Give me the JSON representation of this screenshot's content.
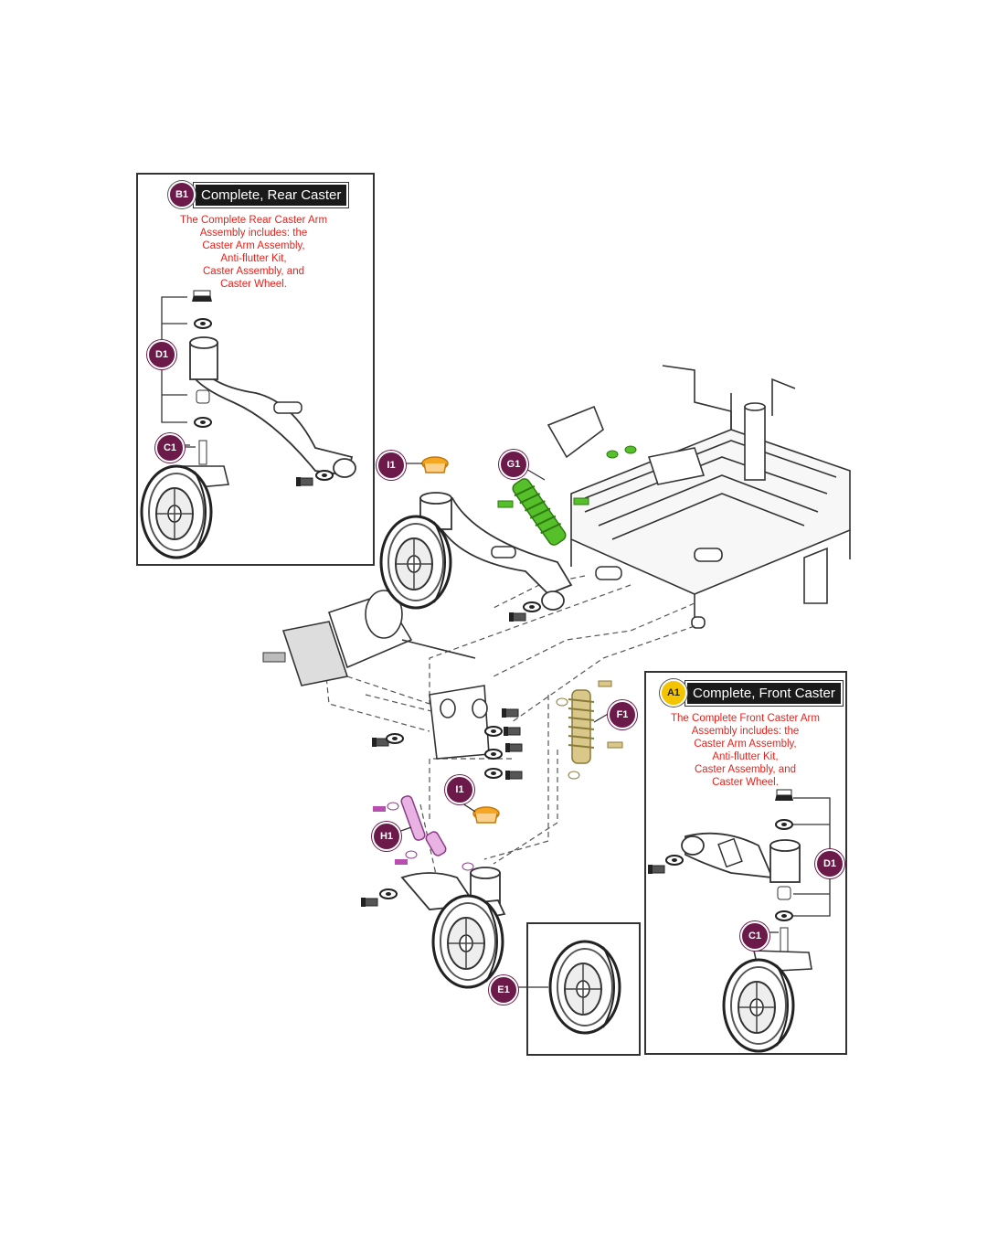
{
  "insets": {
    "rear": {
      "badge": "B1",
      "badge_color": "#6b1a4a",
      "title": "Complete, Rear Caster",
      "note": "The Complete Rear Caster Arm\nAssembly includes: the\nCaster Arm Assembly,\nAnti-flutter Kit,\nCaster Assembly, and\nCaster Wheel."
    },
    "front": {
      "badge": "A1",
      "badge_color": "#f5c400",
      "title": "Complete, Front Caster",
      "note": "The Complete Front Caster Arm\nAssembly includes: the\nCaster Arm Assembly,\nAnti-flutter Kit,\nCaster Assembly, and\nCaster Wheel."
    }
  },
  "callouts": {
    "rear_d1": "D1",
    "rear_c1": "C1",
    "i1_top": "I1",
    "g1": "G1",
    "f1": "F1",
    "i1_bottom": "I1",
    "h1": "H1",
    "e1": "E1",
    "front_d1": "D1",
    "front_c1": "C1"
  },
  "colors": {
    "callout": "#6b1a4a",
    "note_text": "#e8221c",
    "shock_green": "#55c02a",
    "shock_tan": "#d9c889",
    "cap_orange": "#f5a623",
    "link_purple": "#b84fb0"
  }
}
